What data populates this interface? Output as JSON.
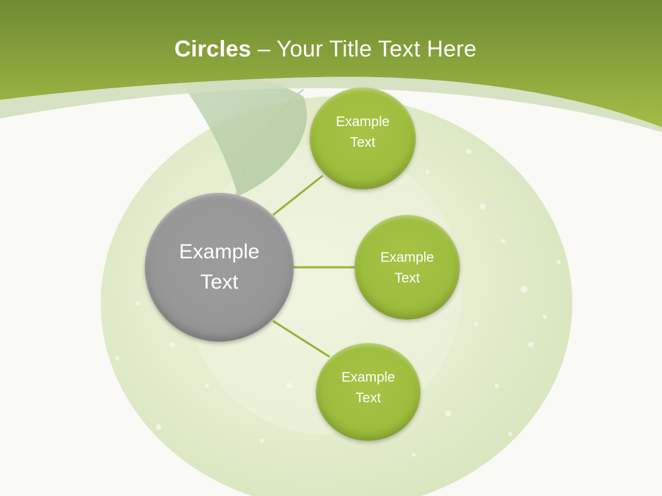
{
  "slide": {
    "title_bold": "Circles",
    "title_rest": " – Your Title Text Here"
  },
  "diagram": {
    "center": {
      "label_line1": "Example",
      "label_line2": "Text"
    },
    "nodes": [
      {
        "label_line1": "Example",
        "label_line2": "Text"
      },
      {
        "label_line1": "Example",
        "label_line2": "Text"
      },
      {
        "label_line1": "Example",
        "label_line2": "Text"
      }
    ]
  },
  "colors": {
    "header_top": "#6f8a32",
    "header_bottom": "#9cb744",
    "header_band": "#d3dfbf",
    "background": "#f9faf5",
    "center_circle": "#989898",
    "node_circle": "#9fbd3e",
    "connector": "#95b13c"
  }
}
